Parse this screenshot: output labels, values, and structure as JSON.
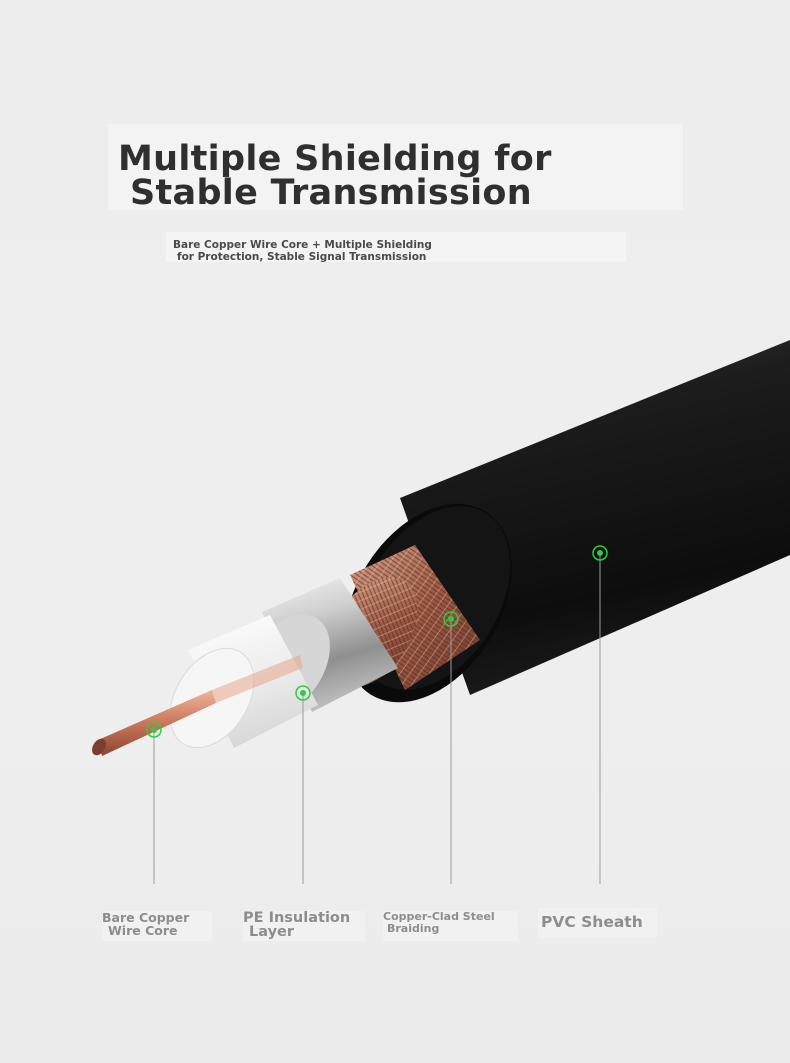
{
  "headline": {
    "line1": "Multiple Shielding for",
    "line2": "Stable Transmission"
  },
  "subheadline": {
    "line1": "Bare Copper Wire Core + Multiple Shielding",
    "line2": "for Protection, Stable Signal Transmission"
  },
  "callouts": [
    {
      "line1": "Bare Copper",
      "line2": "Wire Core"
    },
    {
      "line1": "PE Insulation",
      "line2": "Layer"
    },
    {
      "line1": "Copper-Clad Steel",
      "line2": "Braiding"
    },
    {
      "line1": "PVC Sheath"
    }
  ],
  "colors": {
    "marker": "#2ecc40",
    "copper": "#c9775a",
    "sheath": "#151515"
  }
}
